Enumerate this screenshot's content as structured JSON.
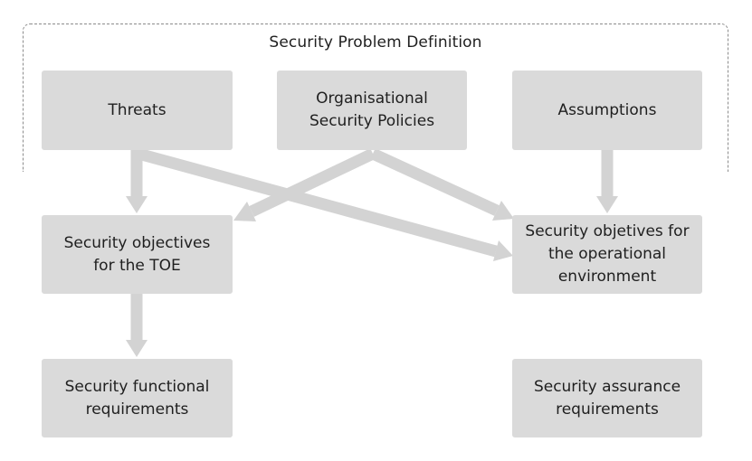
{
  "frame": {
    "title": "Security Problem Definition"
  },
  "boxes": {
    "threats": "Threats",
    "osp": "Organisational\nSecurity Policies",
    "assumptions": "Assumptions",
    "obj_toe": "Security objectives\nfor the TOE",
    "obj_env": "Security objetives for\nthe operational\nenvironment",
    "sfr": "Security functional\nrequirements",
    "sar": "Security assurance\nrequirements"
  },
  "colors": {
    "box_fill": "#dadada",
    "arrow": "#d3d3d3",
    "frame_border": "#8c8c8c",
    "text": "#1f1f1f"
  }
}
